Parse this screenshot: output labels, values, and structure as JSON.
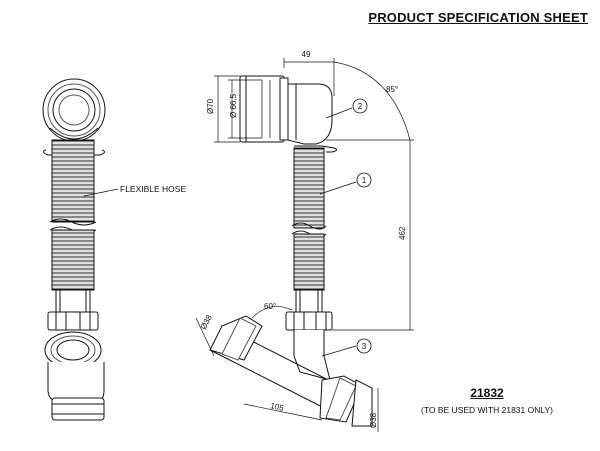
{
  "header": {
    "title": "PRODUCT SPECIFICATION SHEET"
  },
  "labels": {
    "flexible_hose": "FLEXIBLE HOSE",
    "dim_49": "49",
    "dim_85deg": "85°",
    "dim_70": "Ø70",
    "dim_66_5": "Ø 66,5",
    "dim_462": "462",
    "dim_60deg": "60°",
    "dim_38_left": "Ø38",
    "dim_38_right": "Ø38",
    "dim_105": "105",
    "callout_1": "1",
    "callout_2": "2",
    "callout_3": "3"
  },
  "product": {
    "code": "21832",
    "note": "(TO BE USED WITH 21831 ONLY)"
  }
}
